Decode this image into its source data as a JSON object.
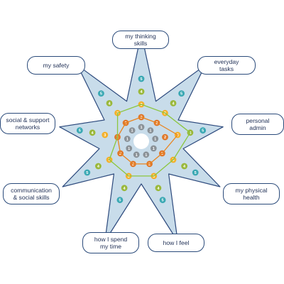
{
  "colors": {
    "star_fill": "#c8dcea",
    "star_outline": "#2d4a7d",
    "level_1": "#8a9197",
    "level_2": "#e0782a",
    "level_3": "#f4b02a",
    "level_4": "#9ab83a",
    "level_5": "#3aa8b3",
    "line_orange": "#e8841f",
    "line_green": "#8cc63f",
    "label_border": "#2a4a7a",
    "label_text": "#1f2f55"
  },
  "scale": [
    1,
    2,
    3,
    4,
    5
  ],
  "domains": [
    {
      "label": "my thinking\nskills",
      "score_orange": 2,
      "score_green": 3
    },
    {
      "label": "everyday\ntasks",
      "score_orange": 2,
      "score_green": 3
    },
    {
      "label": "personal\nadmin",
      "score_orange": 3,
      "score_green": 4
    },
    {
      "label": "my physical\nhealth",
      "score_orange": 2,
      "score_green": 3
    },
    {
      "label": "how I feel",
      "score_orange": 2,
      "score_green": 3
    },
    {
      "label": "how I spend\nmy time",
      "score_orange": 2,
      "score_green": 3
    },
    {
      "label": "communication\n& social skills",
      "score_orange": 2,
      "score_green": 3
    },
    {
      "label": "social & support\nnetworks",
      "score_orange": 2,
      "score_green": 2
    },
    {
      "label": "my safety",
      "score_orange": 2,
      "score_green": 3
    }
  ]
}
